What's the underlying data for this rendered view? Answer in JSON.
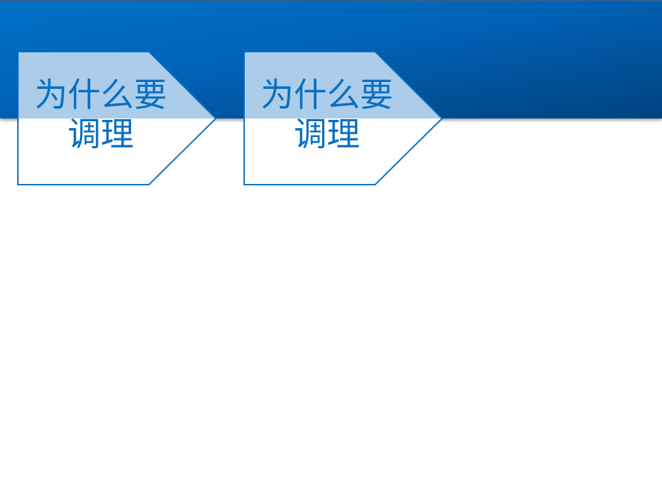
{
  "slide": {
    "cards": [
      {
        "line1": "为什么要",
        "line2": "调理"
      },
      {
        "line1": "为什么要",
        "line2": "调理"
      }
    ]
  },
  "colors": {
    "band_top": "#0072c9",
    "band_bottom": "#00427f",
    "accent": "#0a6fc2"
  }
}
